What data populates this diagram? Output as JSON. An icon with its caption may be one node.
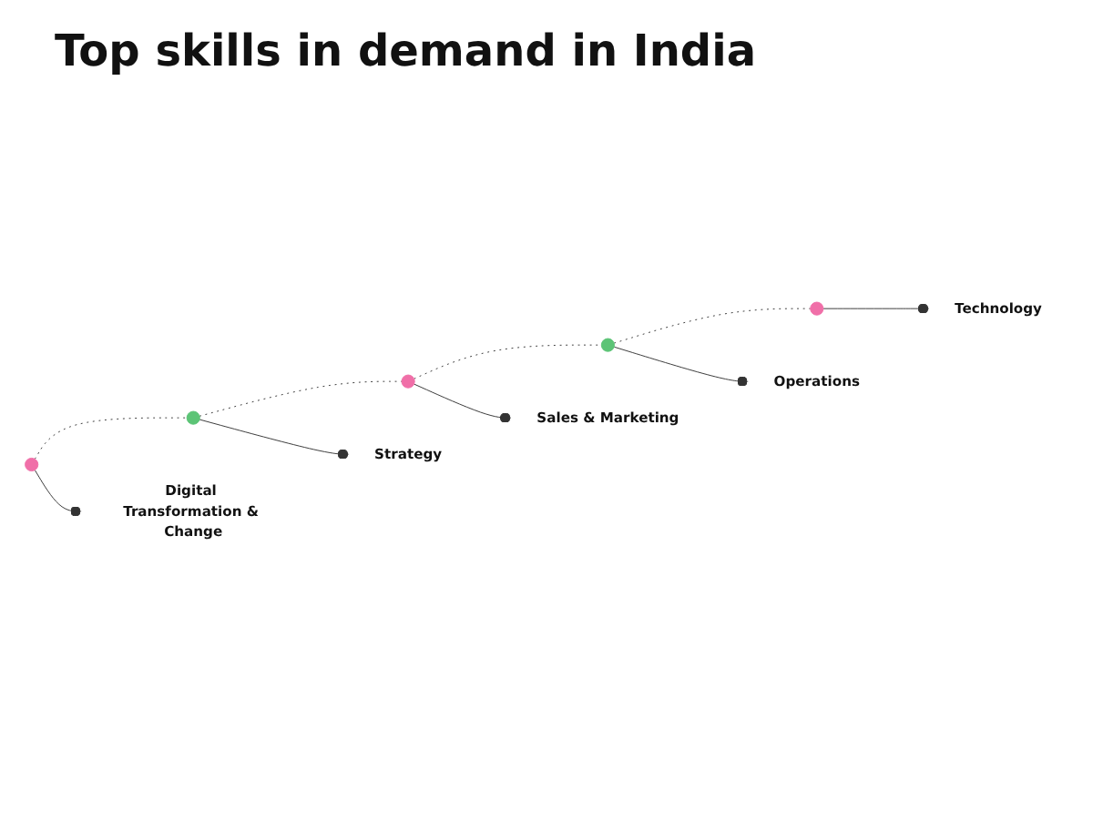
{
  "diagram": {
    "title": "Top skills in demand in India",
    "nodes": [
      {
        "text": [],
        "shape": "circle"
      },
      {
        "text": [],
        "shape": "circle"
      },
      {
        "text": [],
        "shape": "circle"
      },
      {
        "text": [],
        "shape": "circle"
      },
      {
        "text": [],
        "shape": "circle"
      },
      {
        "text": [
          "Digital Transformation & Change"
        ]
      },
      {
        "text": [
          "Strategy"
        ]
      },
      {
        "text": [
          "Sales & Marketing"
        ]
      },
      {
        "text": [
          "Operations"
        ]
      },
      {
        "text": [
          "Technology"
        ]
      }
    ],
    "edges": [
      {
        "from": 0,
        "to": 1,
        "arrow": "none",
        "style": "dashed"
      },
      {
        "from": 1,
        "to": 2,
        "arrow": "none",
        "style": "dashed"
      },
      {
        "from": 2,
        "to": 3,
        "arrow": "none",
        "style": "dashed"
      },
      {
        "from": 3,
        "to": 4,
        "arrow": "none",
        "style": "dashed"
      },
      {
        "from": 0,
        "to": 5,
        "arrow": "other"
      },
      {
        "from": 1,
        "to": 6,
        "arrow": "other"
      },
      {
        "from": 2,
        "to": 7,
        "arrow": "other"
      },
      {
        "from": 3,
        "to": 8,
        "arrow": "other"
      },
      {
        "from": 4,
        "to": 9,
        "arrow": "other"
      }
    ]
  }
}
